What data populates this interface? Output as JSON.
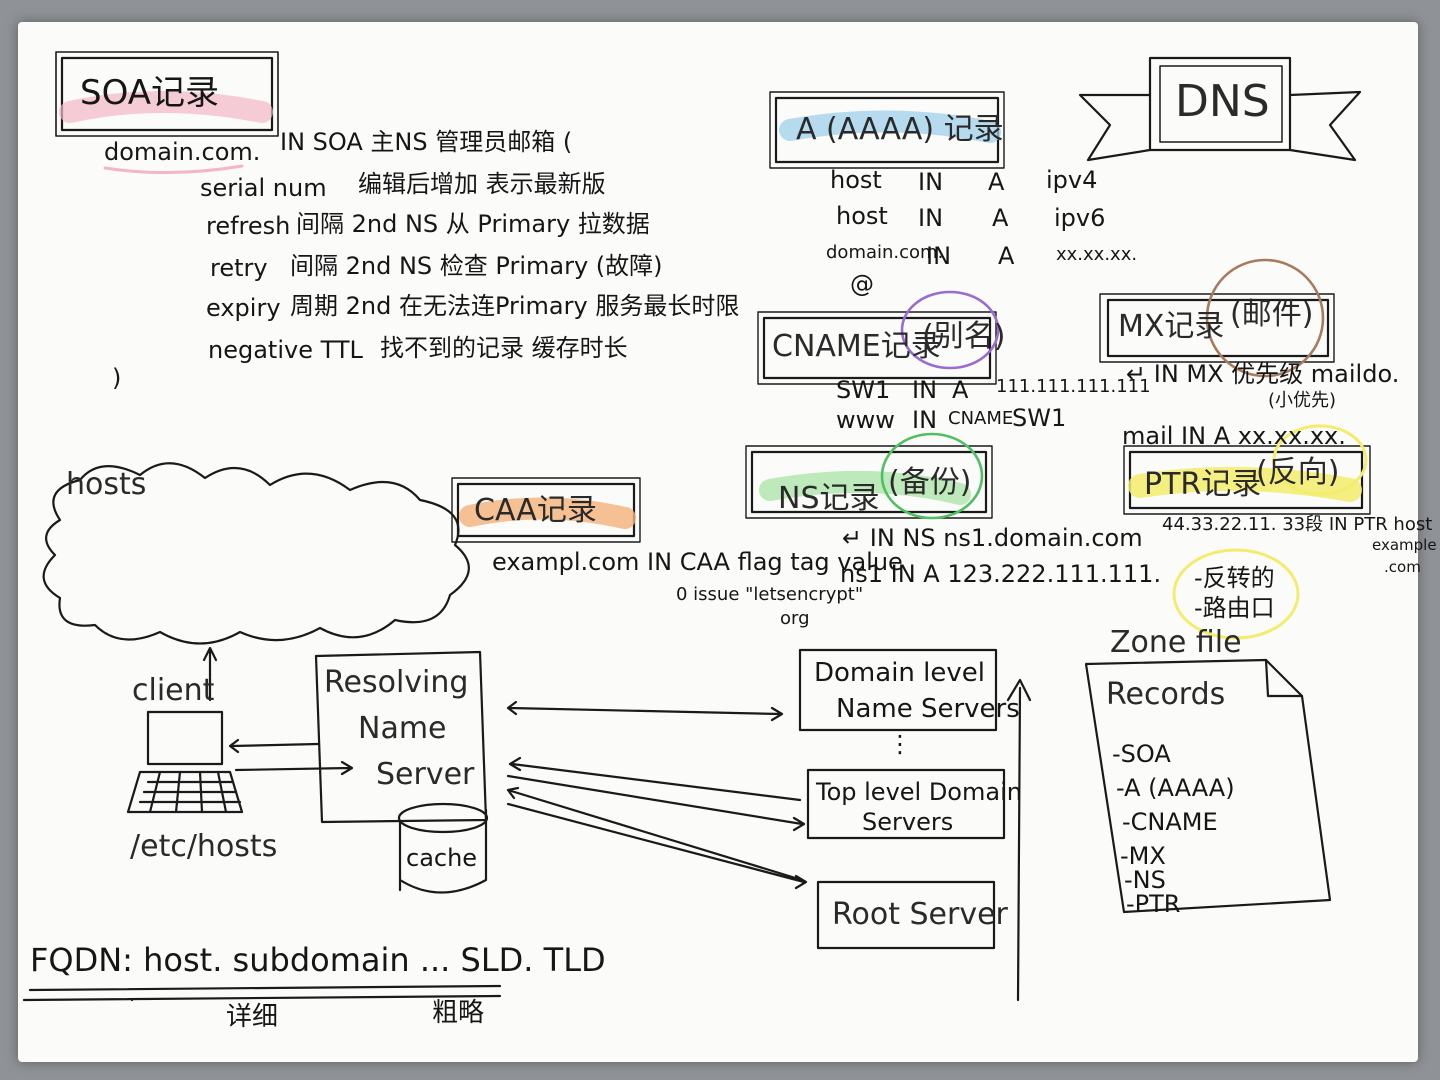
{
  "title": "DNS",
  "soa": {
    "heading": "SOA记录",
    "domain": "domain.com.",
    "header_rest": "IN  SOA   主NS  管理员邮箱 (",
    "fields": [
      {
        "name": "serial num",
        "desc": "编辑后增加 表示最新版"
      },
      {
        "name": "refresh",
        "desc": "间隔   2nd NS 从 Primary 拉数据"
      },
      {
        "name": "retry",
        "desc": "间隔   2nd NS 检查 Primary (故障)"
      },
      {
        "name": "expiry",
        "desc": "周期   2nd 在无法连Primary 服务最长时限"
      },
      {
        "name": "negative TTL",
        "desc": "找不到的记录 缓存时长"
      }
    ],
    "close": ")"
  },
  "a_record": {
    "heading": "A (AAAA) 记录",
    "rows": [
      [
        "host",
        "IN",
        "A",
        "ipv4"
      ],
      [
        "host",
        "IN",
        "A",
        "ipv6"
      ],
      [
        "domain.com.",
        "IN",
        "A",
        "xx.xx.xx."
      ]
    ],
    "at": "@"
  },
  "cname": {
    "heading": "CNAME记录",
    "tag": "(别名)",
    "rows": [
      [
        "SW1",
        "IN",
        "A",
        "111.111.111.111"
      ],
      [
        "www",
        "IN",
        "CNAME",
        "SW1"
      ]
    ]
  },
  "mx": {
    "heading": "MX记录",
    "tag": "(邮件)",
    "row1": "↵   IN  MX  优先级  maildo.",
    "row1_note": "(小优先)",
    "row2": "mail  IN   A      xx.xx.xx."
  },
  "ns": {
    "heading": "NS记录",
    "tag": "(备份)",
    "row1": "↵      IN   NS    ns1.domain.com",
    "row2": "ns1    IN   A     123.222.111.111."
  },
  "caa": {
    "heading": "CAA记录",
    "line1": "exampl.com  IN  CAA  flag tag value",
    "line2": "0  issue  \"letsencrypt\"",
    "line3": "org"
  },
  "ptr": {
    "heading": "PTR记录",
    "tag": "(反向)",
    "row": "44.33.22.11.  33段  IN PTR  host",
    "row_tail": "example",
    "row_tail2": ".com",
    "notes": [
      "-反转的",
      "-路由口"
    ]
  },
  "hosts_cloud": "hosts",
  "client": {
    "label": "client",
    "file": "/etc/hosts"
  },
  "resolver": {
    "lines": [
      "Resolving",
      "Name",
      "Server"
    ],
    "cache": "cache"
  },
  "servers": {
    "domain_level": [
      "Domain level",
      "Name Servers"
    ],
    "dots": "⋮",
    "tld": [
      "Top level Domain",
      "Servers"
    ],
    "root": "Root Server"
  },
  "zone_file": {
    "label": "Zone file",
    "heading": "Records",
    "items": [
      "-SOA",
      "-A (AAAA)",
      "-CNAME",
      "-MX",
      "-NS",
      "-PTR"
    ]
  },
  "fqdn": {
    "text": "FQDN:   host. subdomain ... SLD. TLD",
    "left_note": "详细",
    "right_note": "粗略"
  },
  "colors": {
    "ink": "#161616",
    "pink": "#f2b6c4",
    "blue": "#9fd0ea",
    "orange": "#f4b27a",
    "green": "#a9e3a6",
    "yellow": "#f3ec6c",
    "purple": "#9a6bd0",
    "brown": "#a77b5e",
    "green_circle": "#4fbf63"
  }
}
